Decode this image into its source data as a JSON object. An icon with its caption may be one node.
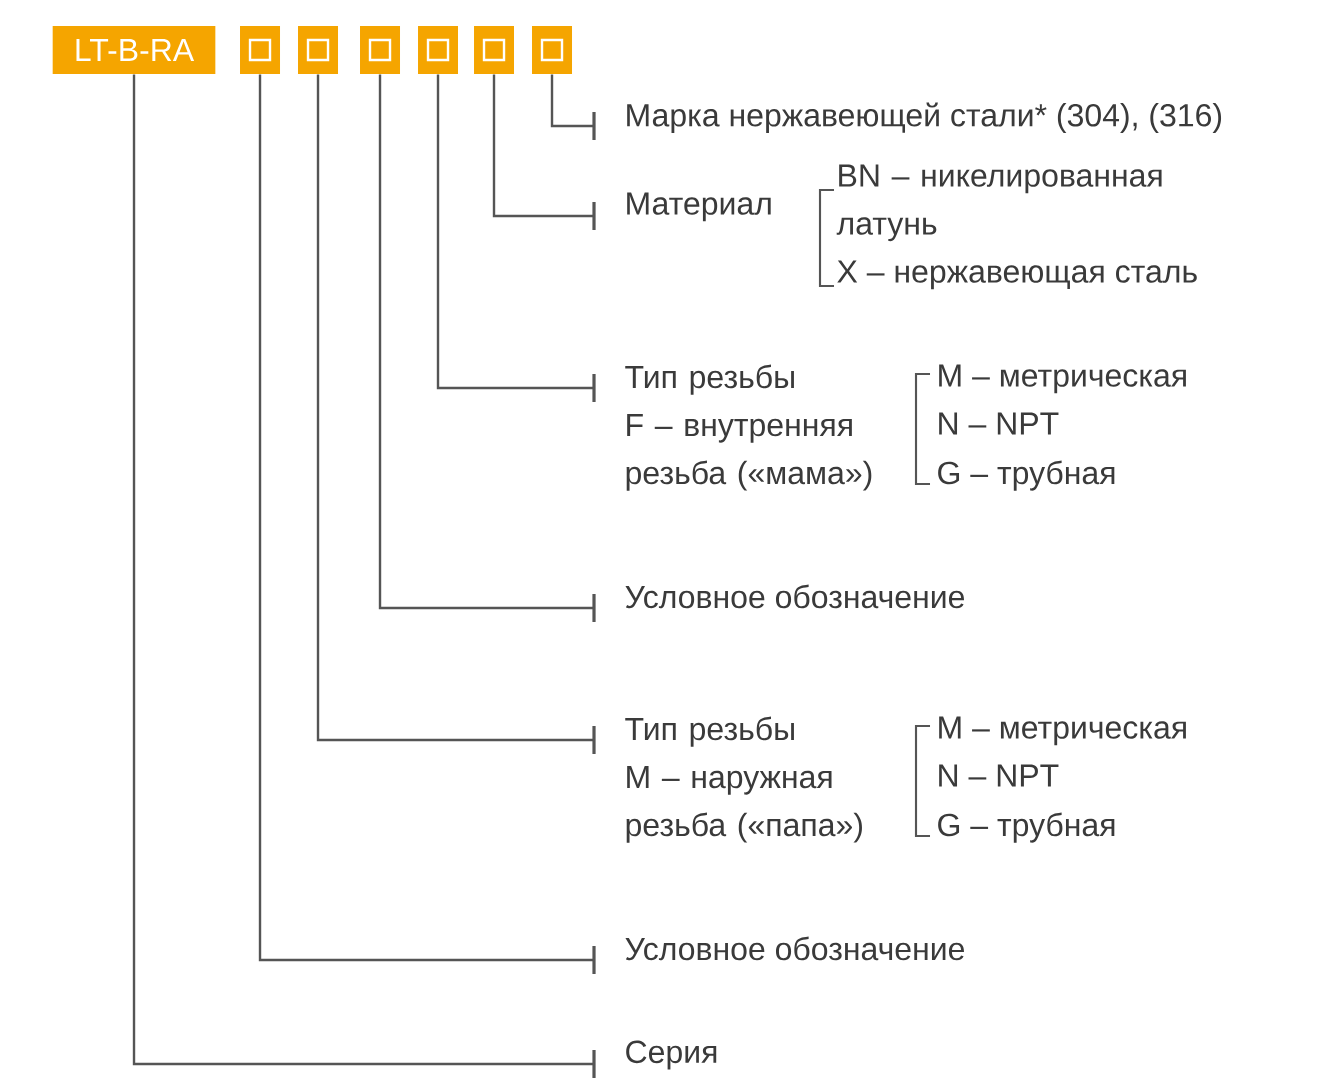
{
  "diagram": {
    "nodes": [
      {
        "text": [
          "LT-B-RA"
        ]
      },
      {
        "text": [],
        "shape": "box"
      },
      {
        "text": [],
        "shape": "box"
      },
      {
        "text": [],
        "shape": "box"
      },
      {
        "text": [],
        "shape": "box"
      },
      {
        "text": [],
        "shape": "box"
      },
      {
        "text": [],
        "shape": "box"
      },
      {
        "text": [
          "Марка нержавеющей стали* (304), (316)"
        ]
      },
      {
        "text": [
          "Материал"
        ]
      },
      {
        "text": [
          "Тип резьбы",
          "F – внутренняя резьба («мама»)"
        ]
      },
      {
        "text": [
          "Условное обозначение"
        ]
      },
      {
        "text": [
          "Тип резьбы",
          "M – наружная резьба («папа»)"
        ]
      },
      {
        "text": [
          "Условное обозначение"
        ]
      },
      {
        "text": [
          "Серия"
        ]
      }
    ],
    "edges": [
      {
        "from": 6,
        "to": 7,
        "arrow": "none"
      },
      {
        "from": 5,
        "to": 8,
        "arrow": "none"
      },
      {
        "from": 4,
        "to": 9,
        "arrow": "none"
      },
      {
        "from": 3,
        "to": 10,
        "arrow": "none"
      },
      {
        "from": 2,
        "to": 11,
        "arrow": "none"
      },
      {
        "from": 1,
        "to": 12,
        "arrow": "none"
      },
      {
        "from": 0,
        "to": 13,
        "arrow": "none"
      }
    ],
    "labels": [
      "BN – никелированная латунь",
      "X – нержавеющая сталь",
      "M – метрическая",
      "N – NPT",
      "G – трубная",
      "M – метрическая",
      "N – NPT",
      "G – трубная"
    ]
  }
}
